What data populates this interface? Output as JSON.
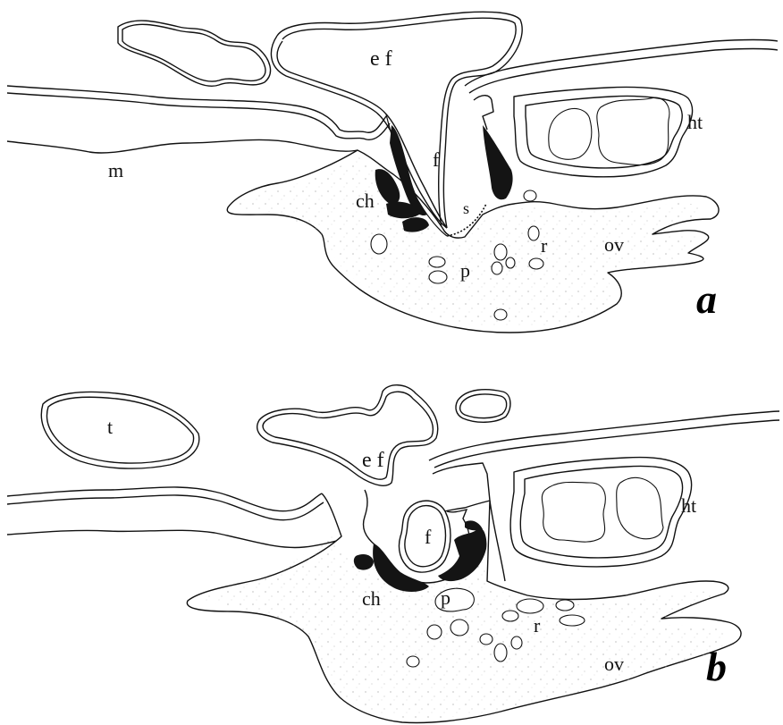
{
  "figure": {
    "panel_a": {
      "letter": "a",
      "labels": {
        "ef": "e f",
        "f": "f",
        "ht": "ht",
        "m": "m",
        "ch": "ch",
        "s": "s",
        "r": "r",
        "p": "p",
        "ov": "ov"
      }
    },
    "panel_b": {
      "letter": "b",
      "labels": {
        "t": "t",
        "ef": "e f",
        "f": "f",
        "ht": "ht",
        "ch": "ch",
        "p": "p",
        "r": "r",
        "ov": "ov"
      }
    },
    "colors": {
      "ink": "#111111",
      "fill": "#1a1a1a",
      "stipple": "#9a9a9a",
      "paper": "#ffffff"
    }
  }
}
